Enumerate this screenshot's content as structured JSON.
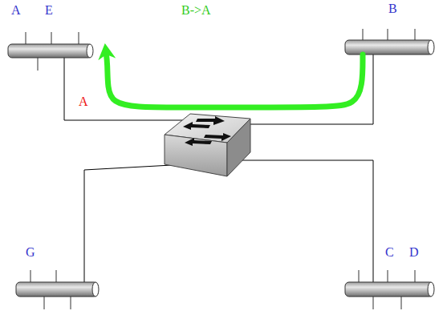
{
  "diagram": {
    "nodes": [
      {
        "text": [
          "A",
          "E"
        ]
      },
      {
        "text": [
          "B"
        ]
      },
      {
        "text": [
          "G"
        ]
      },
      {
        "text": [
          "C",
          "D"
        ]
      }
    ],
    "edges": [
      {
        "from": 1,
        "to": 0,
        "arrow": "to"
      }
    ],
    "labels": [
      "B->A",
      "A"
    ]
  }
}
